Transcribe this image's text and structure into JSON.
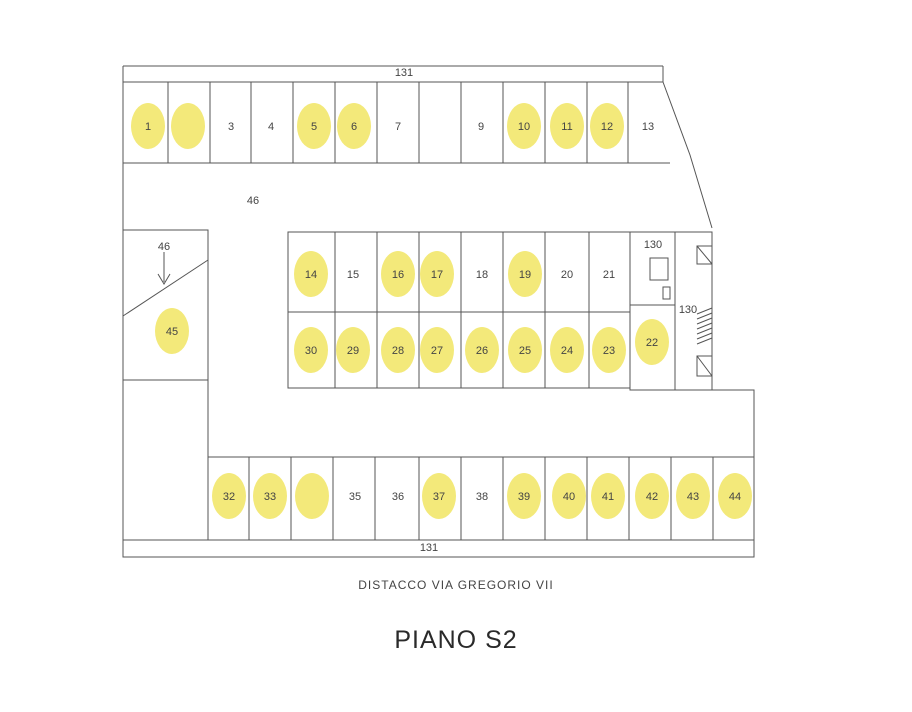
{
  "title": "PIANO S2",
  "note": "DISTACCO VIA GREGORIO VII",
  "colors": {
    "highlight": "#f3e97a",
    "line": "#555555"
  },
  "dimension_top": "131",
  "dimension_bottom": "131",
  "area_labels": {
    "aisle": "46",
    "left_aisle": "46",
    "stair_top": "130",
    "stair_side": "130"
  },
  "spaces": {
    "row_top": [
      {
        "n": "1",
        "h": true
      },
      {
        "n": "",
        "h": true
      },
      {
        "n": "3",
        "h": false
      },
      {
        "n": "4",
        "h": false
      },
      {
        "n": "5",
        "h": true
      },
      {
        "n": "6",
        "h": true
      },
      {
        "n": "7",
        "h": false
      },
      {
        "n": "",
        "h": false
      },
      {
        "n": "9",
        "h": false
      },
      {
        "n": "10",
        "h": true
      },
      {
        "n": "11",
        "h": true
      },
      {
        "n": "12",
        "h": true
      },
      {
        "n": "13",
        "h": false
      }
    ],
    "row_mid_upper": [
      {
        "n": "14",
        "h": true
      },
      {
        "n": "15",
        "h": false
      },
      {
        "n": "16",
        "h": true
      },
      {
        "n": "17",
        "h": true
      },
      {
        "n": "18",
        "h": false
      },
      {
        "n": "19",
        "h": true
      },
      {
        "n": "20",
        "h": false
      },
      {
        "n": "21",
        "h": false
      }
    ],
    "row_mid_lower": [
      {
        "n": "30",
        "h": true
      },
      {
        "n": "29",
        "h": true
      },
      {
        "n": "28",
        "h": true
      },
      {
        "n": "27",
        "h": true
      },
      {
        "n": "26",
        "h": true
      },
      {
        "n": "25",
        "h": true
      },
      {
        "n": "24",
        "h": true
      },
      {
        "n": "23",
        "h": true
      }
    ],
    "space_22": {
      "n": "22",
      "h": true
    },
    "space_45": {
      "n": "45",
      "h": true
    },
    "row_bottom": [
      {
        "n": "32",
        "h": true
      },
      {
        "n": "33",
        "h": true
      },
      {
        "n": "",
        "h": true
      },
      {
        "n": "35",
        "h": false
      },
      {
        "n": "36",
        "h": false
      },
      {
        "n": "37",
        "h": true
      },
      {
        "n": "38",
        "h": false
      },
      {
        "n": "39",
        "h": true
      },
      {
        "n": "40",
        "h": true
      },
      {
        "n": "41",
        "h": true
      },
      {
        "n": "42",
        "h": true
      },
      {
        "n": "43",
        "h": true
      },
      {
        "n": "44",
        "h": true
      }
    ]
  }
}
